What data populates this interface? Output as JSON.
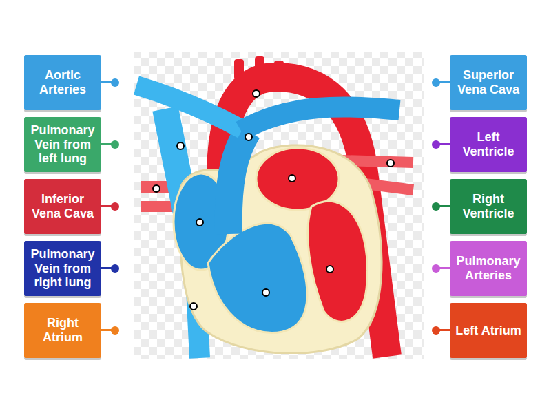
{
  "diagram": {
    "nodes": [
      {
        "text": [
          "Aortic Arteries"
        ]
      },
      {
        "text": [
          "Superior Vena Cava"
        ]
      },
      {
        "text": [
          "Pulmonary Vein from left lung"
        ]
      },
      {
        "text": [
          "Left Ventricle"
        ]
      },
      {
        "text": [
          "Inferior Vena Cava"
        ]
      },
      {
        "text": [
          "Right Ventricle"
        ]
      },
      {
        "text": [
          "Pulmonary Vein from right lung"
        ]
      },
      {
        "text": [
          "Pulmonary Arteries"
        ]
      },
      {
        "text": [
          "Right Atrium"
        ]
      },
      {
        "text": [
          "Left Atrium"
        ]
      }
    ]
  }
}
